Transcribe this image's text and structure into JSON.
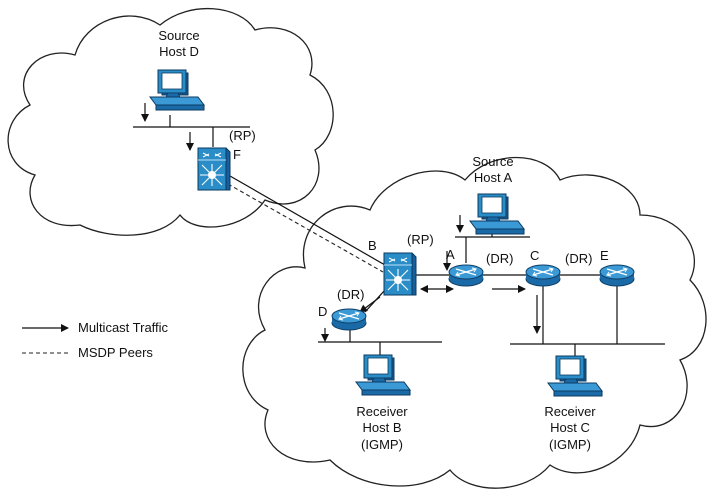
{
  "labels": {
    "source_d": [
      "Source",
      "Host D"
    ],
    "source_a": [
      "Source",
      "Host A"
    ],
    "receiver_b": [
      "Receiver",
      "Host B",
      "(IGMP)"
    ],
    "receiver_c": [
      "Receiver",
      "Host C",
      "(IGMP)"
    ],
    "rp_f": "(RP)",
    "rp_b": "(RP)",
    "dr_a": "(DR)",
    "dr_c": "(DR)",
    "dr_d": "(DR)",
    "router_a": "A",
    "router_b": "B",
    "router_c": "C",
    "router_d": "D",
    "router_e": "E",
    "router_f": "F"
  },
  "legend": {
    "multicast": "Multicast Traffic",
    "msdp": "MSDP Peers"
  },
  "colors": {
    "switch_blue": "#1b75bc",
    "router_blue": "#2a8dc8",
    "host_screen": "#1d6fb5",
    "host_body": "#2a8dc8"
  },
  "icons": {
    "host": "computer-icon",
    "router": "router-icon",
    "switch": "multilayer-switch-icon"
  }
}
